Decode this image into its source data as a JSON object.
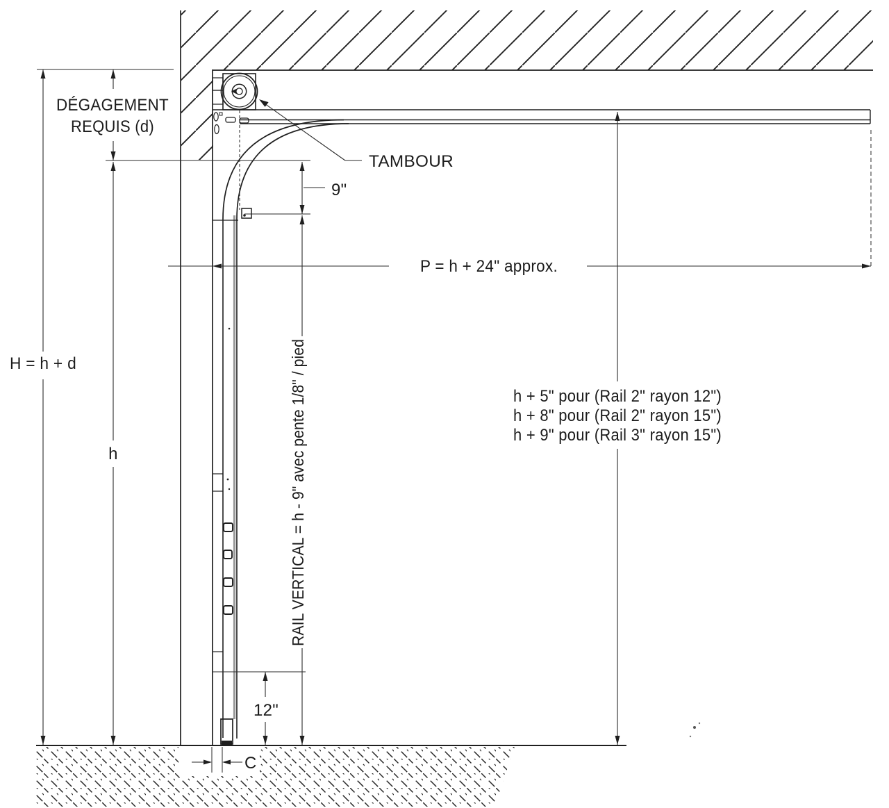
{
  "drawing": {
    "labels": {
      "clearance_line1": "DÉGAGEMENT",
      "clearance_line2": "REQUIS (d)",
      "drum": "TAMBOUR",
      "dim_9in": "9\"",
      "dim_total_height": "H = h + d",
      "dim_door_height": "h",
      "dim_horizontal_track": "P = h + 24\" approx.",
      "rail_vertical_note": "RAIL VERTICAL = h - 9\" avec pente 1/8\" / pied",
      "rail_option_1": "h + 5\" pour (Rail 2\" rayon 12\")",
      "rail_option_2": "h + 8\" pour (Rail 2\" rayon 15\")",
      "rail_option_3": "h + 9\" pour (Rail 3\" rayon 15\")",
      "dim_12in": "12\"",
      "dim_side_clearance": "C"
    },
    "colors": {
      "ink": "#1c1c1c",
      "paper": "#ffffff"
    }
  }
}
